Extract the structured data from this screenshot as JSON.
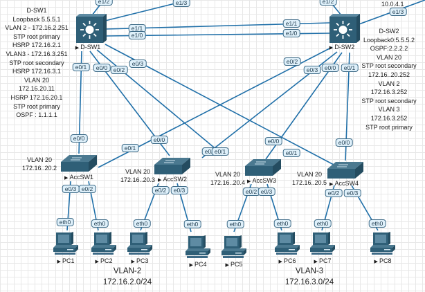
{
  "colors": {
    "link": "#1f6fa8",
    "device": "#2f5f77",
    "port_bg": "#dff0fa",
    "port_border": "#3d6a86"
  },
  "dsw1_info": [
    "D-SW1",
    "Loopback 5.5.5.1",
    "VLAN 2 - 172.16.2.251",
    "STP root primary",
    "HSRP 172.16.2.1",
    "VLAN3 - 172.16.3.251",
    "STP root secondary",
    "HSRP 172.16.3.1",
    "VLAN 20",
    "172.16.20.11",
    "HSRP 172.16.20.1",
    "STP root primary",
    "OSPF : 1.1.1.1"
  ],
  "dsw2_info": [
    "D-SW2",
    "Loopback0:5.5.5.2",
    "OSPF:2.2.2.2",
    "VLAN 20",
    "STP root secondary",
    "172.16..20.252",
    "VLAN 2",
    "172.16.3.252",
    "STP root secondary",
    "VLAN 3",
    "172.16.3.252",
    "STP root primary"
  ],
  "top_ip": "10.0.4.1",
  "devices": {
    "dsw1": {
      "name": "D-SW1",
      "type": "multilayer-switch"
    },
    "dsw2": {
      "name": "D-SW2",
      "type": "multilayer-switch"
    },
    "accsw1": {
      "name": "AccSW1",
      "type": "switch",
      "vlan": "VLAN 20",
      "ip": "172.16..20.2"
    },
    "accsw2": {
      "name": "AccSW2",
      "type": "switch",
      "vlan": "VLAN 20",
      "ip": "172.16..20.3"
    },
    "accsw3": {
      "name": "AccSW3",
      "type": "switch",
      "vlan": "VLAN 20",
      "ip": "172.16..20.4"
    },
    "accsw4": {
      "name": "AccSW4",
      "type": "switch",
      "vlan": "VLAN 20",
      "ip": "172.16..20.5"
    },
    "pc1": {
      "name": "PC1",
      "type": "pc"
    },
    "pc2": {
      "name": "PC2",
      "type": "pc"
    },
    "pc3": {
      "name": "PC3",
      "type": "pc"
    },
    "pc4": {
      "name": "PC4",
      "type": "pc"
    },
    "pc5": {
      "name": "PC5",
      "type": "pc"
    },
    "pc6": {
      "name": "PC6",
      "type": "pc"
    },
    "pc7": {
      "name": "PC7",
      "type": "pc"
    },
    "pc8": {
      "name": "PC8",
      "type": "pc"
    }
  },
  "ports": {
    "dsw1_top": "e1/2",
    "dsw1_e13": "e1/3",
    "dsw2_top": "e1/2",
    "dsw2_e13": "e1/3",
    "dsw1_e11": "e1/1",
    "dsw1_e10": "e1/0",
    "dsw2_e11": "e1/1",
    "dsw2_e10": "e1/0",
    "dsw1_e01": "e0/1",
    "dsw1_e00": "e0/0",
    "dsw1_e02": "e0/2",
    "dsw1_e03": "e0/3",
    "dsw2_e02": "e0/2",
    "dsw2_e03": "e0/3",
    "dsw2_e00": "e0/0",
    "dsw2_e01": "e0/1",
    "acc1_e00": "e0/0",
    "acc2_e01": "e0/1",
    "acc2_e00": "e0/0",
    "acc3_e00": "e0/0",
    "acc3_e01": "e0/1",
    "acc4_e01": "e0/1",
    "acc4_e00": "e0/0",
    "acc2b_e0": "e0/0",
    "acc3b_e01": "e0/1",
    "acc1_e03": "e0/3",
    "acc1_e02": "e0/2",
    "acc2_e02": "e0/2",
    "acc2_e03": "e0/3",
    "acc3_e02": "e0/2",
    "acc3_e03": "e0/3",
    "acc4_e02": "e0/2",
    "acc4_e03": "e0/3",
    "eth": "eth0"
  },
  "vlan_groups": [
    {
      "name": "VLAN-2",
      "subnet": "172.16.2.0/24"
    },
    {
      "name": "VLAN-3",
      "subnet": "172.16.3.0/24"
    }
  ]
}
